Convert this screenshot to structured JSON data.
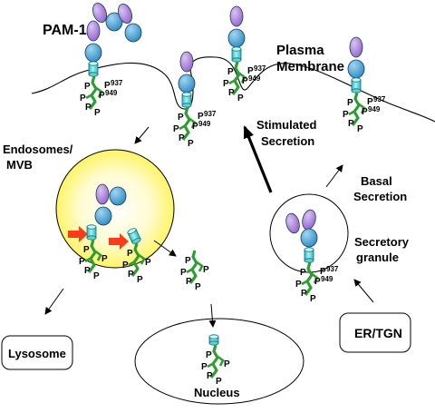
{
  "labels": {
    "pam1": "PAM-1",
    "plasma_membrane_1": "Plasma",
    "plasma_membrane_2": "Membrane",
    "endosomes_1": "Endosomes/",
    "endosomes_2": "MVB",
    "stimulated_1": "Stimulated",
    "stimulated_2": "Secretion",
    "basal_1": "Basal",
    "basal_2": "Secretion",
    "secretory_1": "Secretory",
    "secretory_2": "granule",
    "er_tgn": "ER/TGN",
    "lysosome": "Lysosome",
    "nucleus": "Nucleus"
  },
  "phospho": {
    "p": "P",
    "p937": "937",
    "p949": "949"
  },
  "colors": {
    "domain_purple": "#a77fd6",
    "domain_blue": "#3e9ccf",
    "tm_cyan": "#5dd3d8",
    "tail_green": "#2e9e32",
    "arrow_red": "#ff3b1a",
    "endosome_glow": "#fff34a"
  }
}
